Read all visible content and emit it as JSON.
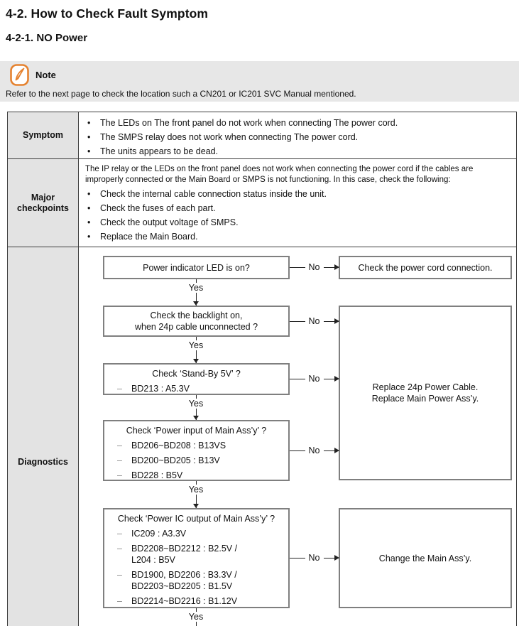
{
  "titles": {
    "h1": "4-2. How to Check Fault Symptom",
    "h2": "4-2-1. NO Power"
  },
  "note": {
    "label": "Note",
    "text": "Refer to the next page to check the location such a CN201 or IC201 SVC Manual mentioned."
  },
  "table": {
    "bullet_char": "•",
    "symptom": {
      "label": "Symptom",
      "bullets": [
        "The LEDs on The front panel do not work when connecting The power cord.",
        "The SMPS relay does not work when connecting The power cord.",
        "The units appears to be dead."
      ]
    },
    "checkpoints": {
      "label": "Major checkpoints",
      "intro": "The IP relay or the LEDs on the front panel does not work when connecting the power cord if the cables are improperly connected or the Main Board or SMPS is not functioning. In this case, check the following:",
      "bullets": [
        "Check the internal cable connection status inside the unit.",
        "Check the fuses of each part.",
        "Check the output voltage of SMPS.",
        "Replace the Main Board."
      ]
    },
    "diagnostics": {
      "label": "Diagnostics"
    }
  },
  "flow": {
    "dash": "–",
    "yes_label": "Yes",
    "no_label": "No",
    "q1": {
      "line1": "Power indicator LED is on?"
    },
    "q2": {
      "line1": "Check the backlight on,",
      "line2": "when 24p cable unconnected ?"
    },
    "q3": {
      "title": "Check ‘Stand-By 5V’ ?",
      "b1": "BD213 : A5.3V"
    },
    "q4": {
      "title": "Check ‘Power input of Main Ass’y’ ?",
      "b1": "BD206~BD208 : B13VS",
      "b2": "BD200~BD205 : B13V",
      "b3": "BD228 : B5V"
    },
    "q5": {
      "title": "Check ‘Power IC output of Main Ass’y’ ?",
      "b1": "IC209 : A3.3V",
      "b2a": "BD2208~BD2212 : B2.5V /",
      "b2b": "L204 : B5V",
      "b3a": "BD1900, BD2206 : B3.3V /",
      "b3b": "BD2203~BD2205 : B1.5V",
      "b4": "BD2214~BD2216 : B1.12V"
    },
    "r1": "Check the power cord connection.",
    "r2a": "Replace 24p Power Cable.",
    "r2b": "Replace Main Power Ass’y.",
    "r3": "Change the Main Ass’y."
  },
  "colors": {
    "accent_orange": "#e5822f",
    "note_bg": "#e7e7e7",
    "header_cell_bg": "#e3e3e3",
    "table_border": "#3d3d3d",
    "flow_box_border": "#7f7f7f"
  }
}
